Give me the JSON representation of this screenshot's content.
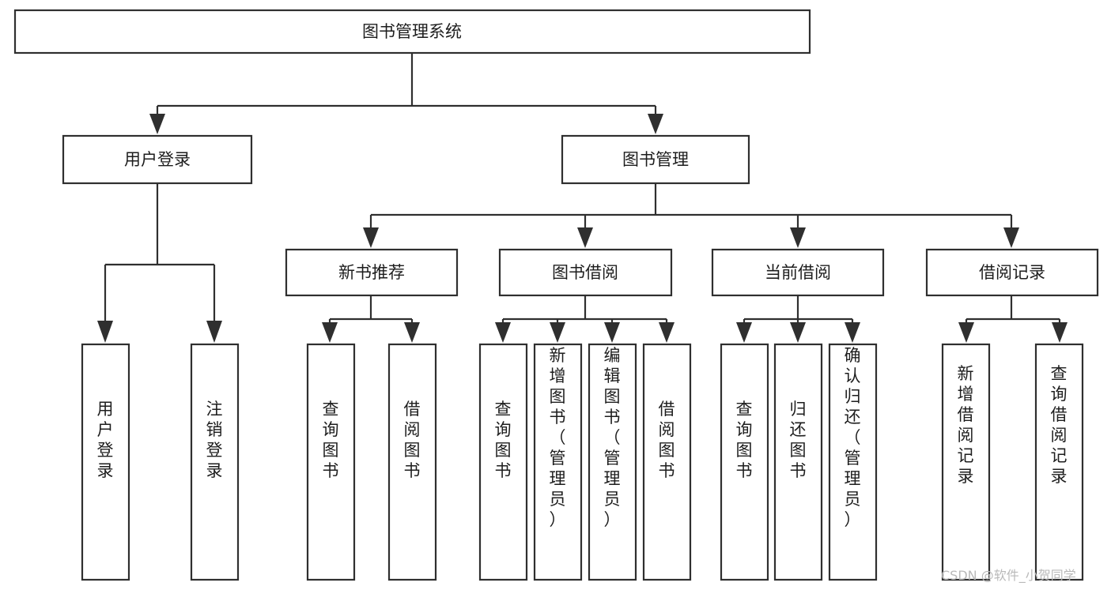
{
  "diagram": {
    "title": "图书管理系统",
    "type": "tree",
    "orientation": "top-down",
    "colors": {
      "box_stroke": "#2f2f2f",
      "box_fill": "#ffffff",
      "connector": "#2f2f2f",
      "text": "#1d1d1d",
      "background": "#ffffff",
      "watermark": "#b9b9b9"
    },
    "nodes": {
      "root": {
        "label": "图书管理系统",
        "level": 1
      },
      "level2": [
        {
          "id": "user-login",
          "label": "用户登录"
        },
        {
          "id": "book-manage",
          "label": "图书管理"
        }
      ],
      "level3": [
        {
          "id": "new-book-recommend",
          "label": "新书推荐"
        },
        {
          "id": "book-borrow",
          "label": "图书借阅"
        },
        {
          "id": "current-borrow",
          "label": "当前借阅"
        },
        {
          "id": "borrow-record",
          "label": "借阅记录"
        }
      ],
      "leaves_user_login": [
        {
          "id": "leaf-user-login",
          "label": "用户登录"
        },
        {
          "id": "leaf-user-logout",
          "label": "注销登录"
        }
      ],
      "leaves_new_book_recommend": [
        {
          "id": "leaf-query-book-1",
          "label": "查询图书"
        },
        {
          "id": "leaf-borrow-book-1",
          "label": "借阅图书"
        }
      ],
      "leaves_book_borrow": [
        {
          "id": "leaf-query-book-2",
          "label": "查询图书"
        },
        {
          "id": "leaf-add-book",
          "label": "新增图书（管理员）"
        },
        {
          "id": "leaf-edit-book",
          "label": "编辑图书（管理员）"
        },
        {
          "id": "leaf-borrow-book-2",
          "label": "借阅图书"
        }
      ],
      "leaves_current_borrow": [
        {
          "id": "leaf-query-book-3",
          "label": "查询图书"
        },
        {
          "id": "leaf-return-book",
          "label": "归还图书"
        },
        {
          "id": "leaf-confirm-return",
          "label": "确认归还（管理员）"
        }
      ],
      "leaves_borrow_record": [
        {
          "id": "leaf-add-record",
          "label": "新增借阅记录"
        },
        {
          "id": "leaf-query-record",
          "label": "查询借阅记录"
        }
      ]
    }
  },
  "watermark": {
    "text": "CSDN @软件_小贺同学"
  }
}
